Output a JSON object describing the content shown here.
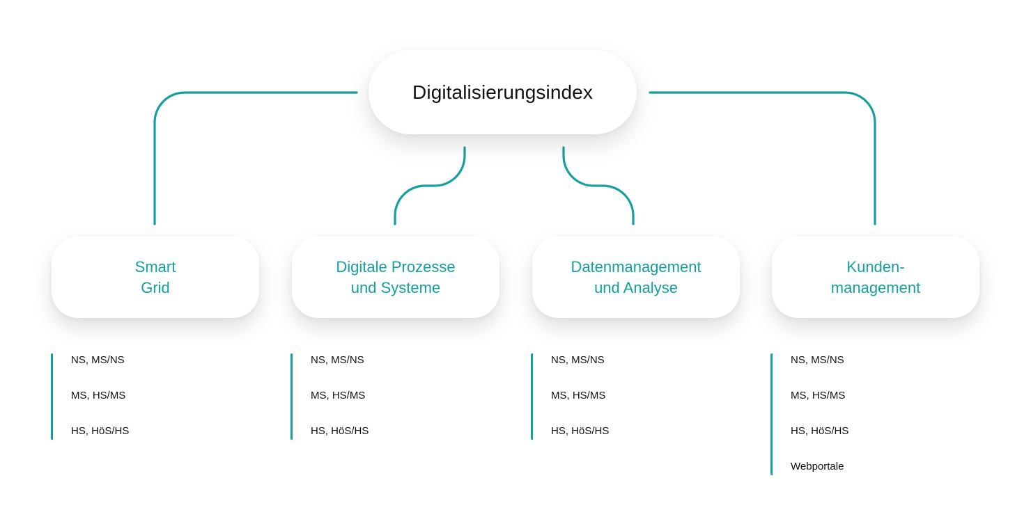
{
  "colors": {
    "accent": "#13a09e",
    "text": "#111111",
    "background": "#ffffff"
  },
  "root": {
    "label": "Digitalisierungsindex"
  },
  "categories": [
    {
      "line1": "Smart",
      "line2": "Grid",
      "items": [
        "NS, MS/NS",
        "MS, HS/MS",
        "HS, HöS/HS"
      ]
    },
    {
      "line1": "Digitale Prozesse",
      "line2": "und Systeme",
      "items": [
        "NS, MS/NS",
        "MS, HS/MS",
        "HS, HöS/HS"
      ]
    },
    {
      "line1": "Datenmanagement",
      "line2": "und Analyse",
      "items": [
        "NS, MS/NS",
        "MS, HS/MS",
        "HS, HöS/HS"
      ]
    },
    {
      "line1": "Kunden-",
      "line2": "management",
      "items": [
        "NS, MS/NS",
        "MS, HS/MS",
        "HS, HöS/HS",
        "Webportale"
      ]
    }
  ]
}
